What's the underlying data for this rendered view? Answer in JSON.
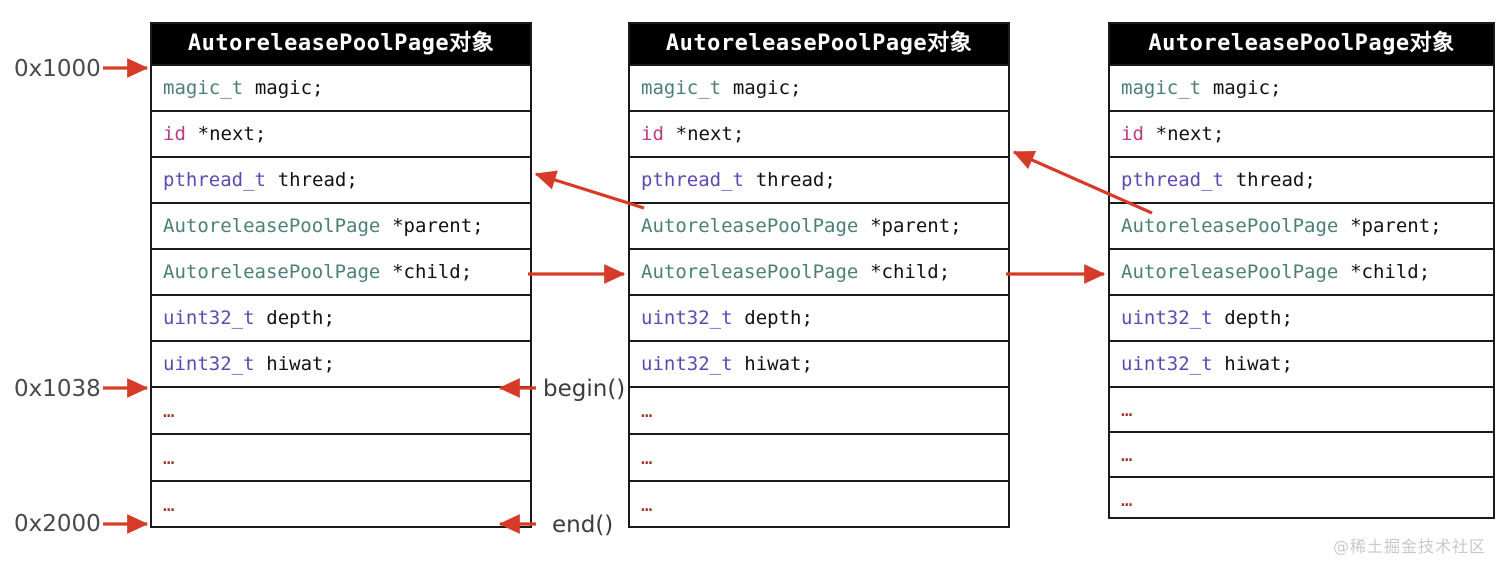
{
  "diagram": {
    "title": "AutoreleasePoolPage linked list memory layout",
    "accent_arrow_color": "#d63a28",
    "header_bg": "#000000",
    "header_fg": "#ffffff",
    "type_colors": {
      "magic_t": "#4b7f77",
      "id": "#c0398a",
      "pthread_t": "#5b4ab5",
      "AutoreleasePoolPage": "#4b7f77",
      "uint32_t": "#5b4ab5",
      "ellipsis": "#9c3b28"
    }
  },
  "addresses": [
    {
      "label": "0x1000",
      "name": "address-0x1000"
    },
    {
      "label": "0x1038",
      "name": "address-0x1038"
    },
    {
      "label": "0x2000",
      "name": "address-0x2000"
    }
  ],
  "captions": [
    {
      "label": "begin()",
      "name": "caption-begin"
    },
    {
      "label": "end()",
      "name": "caption-end"
    }
  ],
  "boxes": [
    {
      "header": "AutoreleasePoolPage对象",
      "rows": [
        {
          "type": "magic_t",
          "color": "c-teal",
          "field": "magic;"
        },
        {
          "type": "id",
          "color": "c-pink",
          "field": "*next;"
        },
        {
          "type": "pthread_t",
          "color": "c-purple",
          "field": "thread;"
        },
        {
          "type": "AutoreleasePoolPage",
          "color": "c-teal",
          "field": "*parent;"
        },
        {
          "type": "AutoreleasePoolPage",
          "color": "c-teal",
          "field": "*child;"
        },
        {
          "type": "uint32_t",
          "color": "c-purple",
          "field": "depth;"
        },
        {
          "type": "uint32_t",
          "color": "c-purple",
          "field": "hiwat;"
        },
        {
          "type": "",
          "color": "",
          "field": "…"
        },
        {
          "type": "",
          "color": "",
          "field": "…"
        },
        {
          "type": "",
          "color": "",
          "field": "…"
        }
      ]
    },
    {
      "header": "AutoreleasePoolPage对象",
      "rows": [
        {
          "type": "magic_t",
          "color": "c-teal",
          "field": "magic;"
        },
        {
          "type": "id",
          "color": "c-pink",
          "field": "*next;"
        },
        {
          "type": "pthread_t",
          "color": "c-purple",
          "field": "thread;"
        },
        {
          "type": "AutoreleasePoolPage",
          "color": "c-teal",
          "field": "*parent;"
        },
        {
          "type": "AutoreleasePoolPage",
          "color": "c-teal",
          "field": "*child;"
        },
        {
          "type": "uint32_t",
          "color": "c-purple",
          "field": "depth;"
        },
        {
          "type": "uint32_t",
          "color": "c-purple",
          "field": "hiwat;"
        },
        {
          "type": "",
          "color": "",
          "field": "…"
        },
        {
          "type": "",
          "color": "",
          "field": "…"
        },
        {
          "type": "",
          "color": "",
          "field": "…"
        }
      ]
    },
    {
      "header": "AutoreleasePoolPage对象",
      "rows": [
        {
          "type": "magic_t",
          "color": "c-teal",
          "field": "magic;"
        },
        {
          "type": "id",
          "color": "c-pink",
          "field": "*next;"
        },
        {
          "type": "pthread_t",
          "color": "c-purple",
          "field": "thread;"
        },
        {
          "type": "AutoreleasePoolPage",
          "color": "c-teal",
          "field": "*parent;"
        },
        {
          "type": "AutoreleasePoolPage",
          "color": "c-teal",
          "field": "*child;"
        },
        {
          "type": "uint32_t",
          "color": "c-purple",
          "field": "depth;"
        },
        {
          "type": "uint32_t",
          "color": "c-purple",
          "field": "hiwat;"
        },
        {
          "type": "",
          "color": "",
          "field": "…"
        },
        {
          "type": "",
          "color": "",
          "field": "…"
        },
        {
          "type": "",
          "color": "",
          "field": "…"
        }
      ]
    }
  ],
  "watermark": "@稀土掘金技术社区"
}
